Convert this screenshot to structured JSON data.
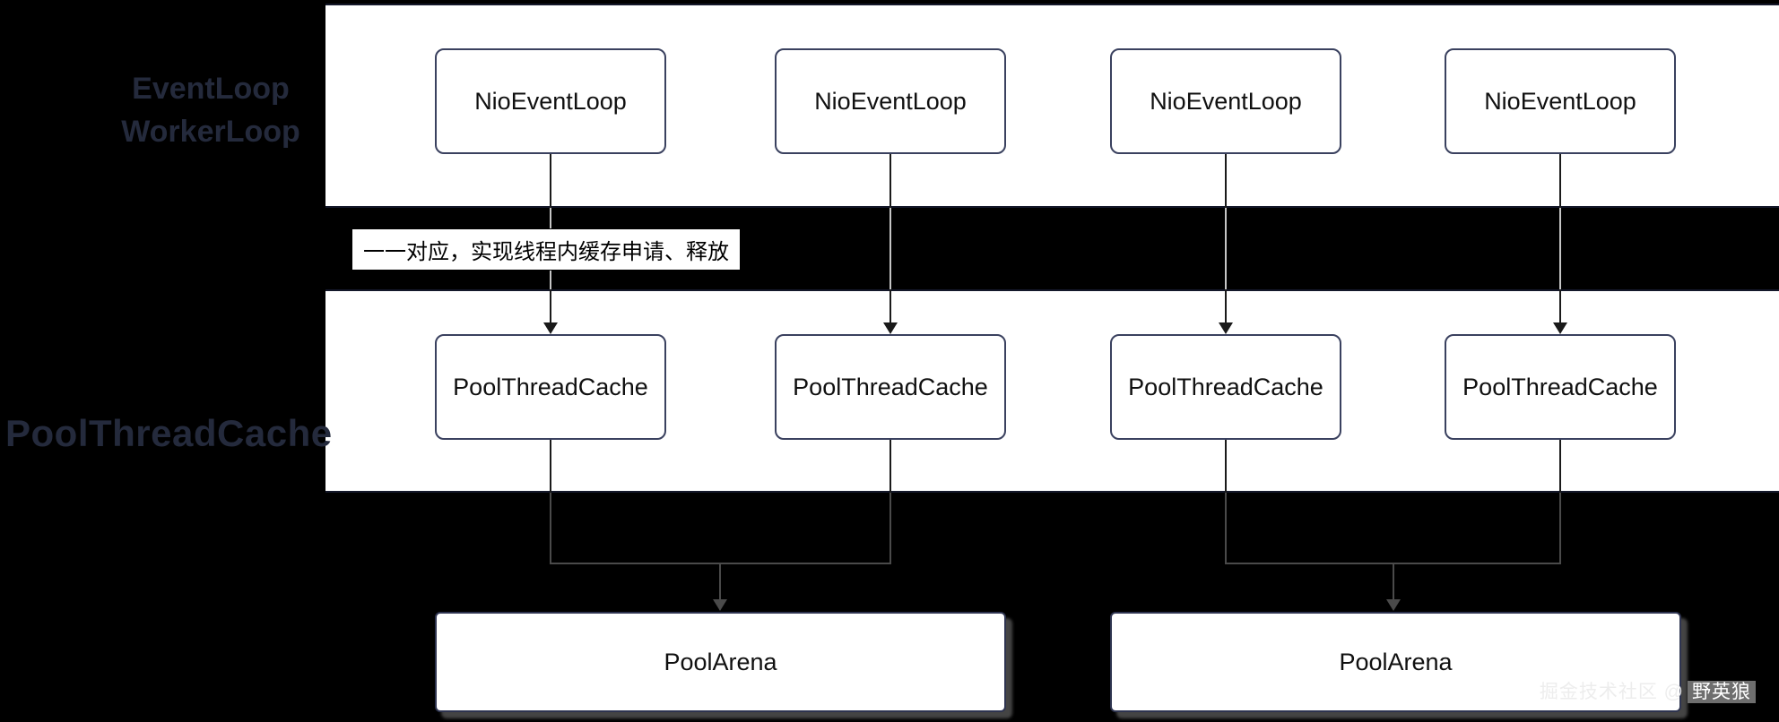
{
  "diagram": {
    "band1_label_line1": "EventLoop",
    "band1_label_line2": "WorkerLoop",
    "band2_label": "PoolThreadCache",
    "annotation": "一一对应，实现线程内缓存申请、释放"
  },
  "nodes": {
    "event_loops": [
      "NioEventLoop",
      "NioEventLoop",
      "NioEventLoop",
      "NioEventLoop"
    ],
    "thread_caches": [
      "PoolThreadCache",
      "PoolThreadCache",
      "PoolThreadCache",
      "PoolThreadCache"
    ],
    "arenas": [
      "PoolArena",
      "PoolArena"
    ]
  },
  "watermark": {
    "prefix": "掘金技术社区 @",
    "author": "野英狼"
  },
  "colors": {
    "page_bg": "#000000",
    "band_bg": "#ffffff",
    "node_border": "#3a415f",
    "connector_dark": "#1a1a1a",
    "connector_light": "#c6c6c6",
    "connector_gray": "#4a4a4a",
    "side_label": "#242a3c"
  }
}
